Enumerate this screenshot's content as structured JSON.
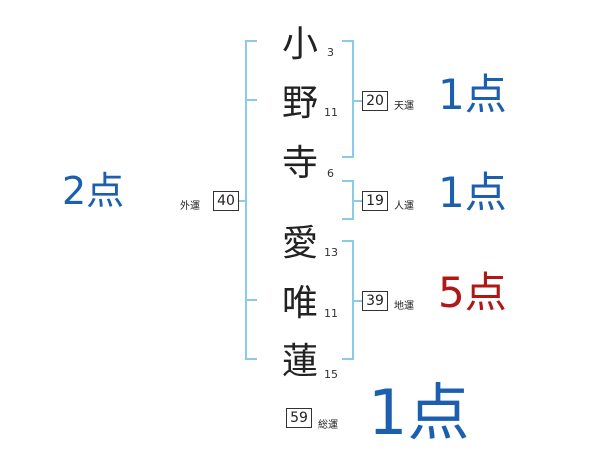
{
  "name_chars": [
    {
      "char": "小",
      "strokes": "3"
    },
    {
      "char": "野",
      "strokes": "11"
    },
    {
      "char": "寺",
      "strokes": "6"
    },
    {
      "char": "愛",
      "strokes": "13"
    },
    {
      "char": "唯",
      "strokes": "11"
    },
    {
      "char": "蓮",
      "strokes": "15"
    }
  ],
  "fortunes": {
    "gaiun": {
      "label": "外運",
      "value": "40",
      "score": "2点"
    },
    "tenun": {
      "label": "天運",
      "value": "20",
      "score": "1点"
    },
    "jinun": {
      "label": "人運",
      "value": "19",
      "score": "1点"
    },
    "chiun": {
      "label": "地運",
      "value": "39",
      "score": "5点"
    },
    "souun": {
      "label": "総運",
      "value": "59",
      "score": "1点"
    }
  },
  "colors": {
    "blue": "#1b5fae",
    "red": "#b01818",
    "bracket": "#8ccbe8"
  }
}
